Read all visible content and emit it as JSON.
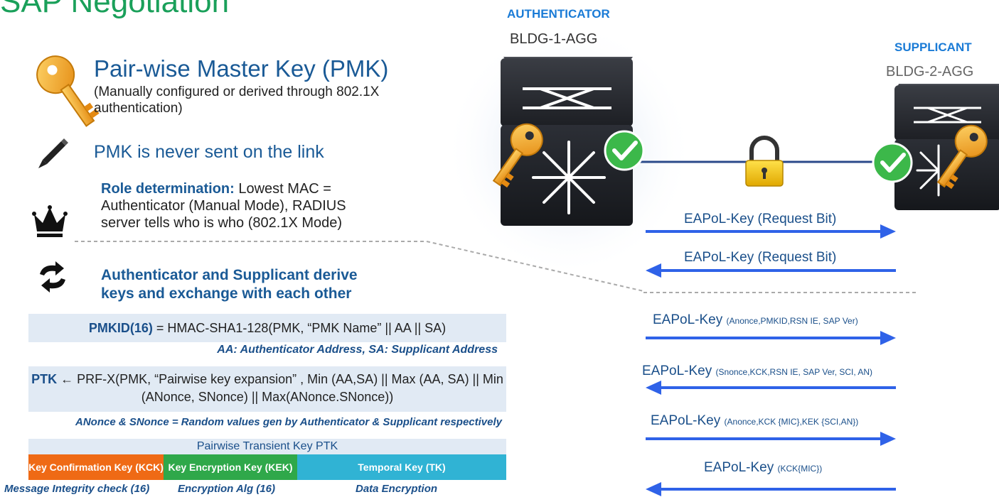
{
  "title": "SAP Negotiation",
  "pmk_title": "Pair-wise Master Key (PMK)",
  "pmk_sub": "(Manually configured or derived through 802.1X authentication)",
  "never_sent": "PMK is never sent on the link",
  "role_bold": "Role determination:",
  "role_text": "Lowest MAC = Authenticator (Manual Mode), RADIUS server tells who is who (802.1X Mode)",
  "derive_text": "Authenticator and Supplicant derive keys and exchange with each other",
  "pmkid_bold": "PMKID(16)",
  "pmkid_formula": "= HMAC-SHA1-128(PMK, “PMK Name” || AA || SA)",
  "pmkid_note": "AA: Authenticator Address, SA: Supplicant Address",
  "ptk_bold": "PTK",
  "ptk_formula": "← PRF-X(PMK, “Pairwise key expansion” , Min (AA,SA) || Max (AA, SA) || Min (ANonce, SNonce) || Max(ANonce.SNonce))",
  "nonce_note": "ANonce & SNonce = Random values gen by Authenticator & Supplicant respectively",
  "ptk_label": "Pairwise Transient Key PTK",
  "kck_label": "Key Confirmation Key (KCK)",
  "kek_label": "Key Encryption Key (KEK)",
  "tk_label": "Temporal Key (TK)",
  "kck_desc": "Message Integrity check (16)",
  "kek_desc": "Encryption Alg (16)",
  "tk_desc": "Data Encryption",
  "authenticator_label": "AUTHENTICATOR",
  "authenticator_name": "BLDG-1-AGG",
  "supplicant_label": "SUPPLICANT",
  "supplicant_name": "BLDG-2-AGG",
  "messages": [
    {
      "main": "EAPoL-Key (Request Bit)",
      "detail": "",
      "direction": "right"
    },
    {
      "main": "EAPoL-Key (Request Bit)",
      "detail": "",
      "direction": "left"
    },
    {
      "main": "EAPoL-Key",
      "detail": "(Anonce,PMKID,RSN IE, SAP Ver)",
      "direction": "right"
    },
    {
      "main": "EAPoL-Key",
      "detail": "(Snonce,KCK,RSN IE, SAP Ver, SCI, AN)",
      "direction": "left"
    },
    {
      "main": "EAPoL-Key",
      "detail": "(Anonce,KCK {MIC},KEK {SCI,AN})",
      "direction": "right"
    },
    {
      "main": "EAPoL-Key",
      "detail": "(KCK{MIC})",
      "direction": "left"
    }
  ],
  "colors": {
    "title": "#1aa05a",
    "heading": "#1a5a96",
    "arrow": "#2f62e8",
    "kck": "#ef6a15",
    "kek": "#2fa84a",
    "tk": "#30b3d4",
    "check": "#3cb84a",
    "key": "#f0a020",
    "lock": "#f5c400"
  }
}
